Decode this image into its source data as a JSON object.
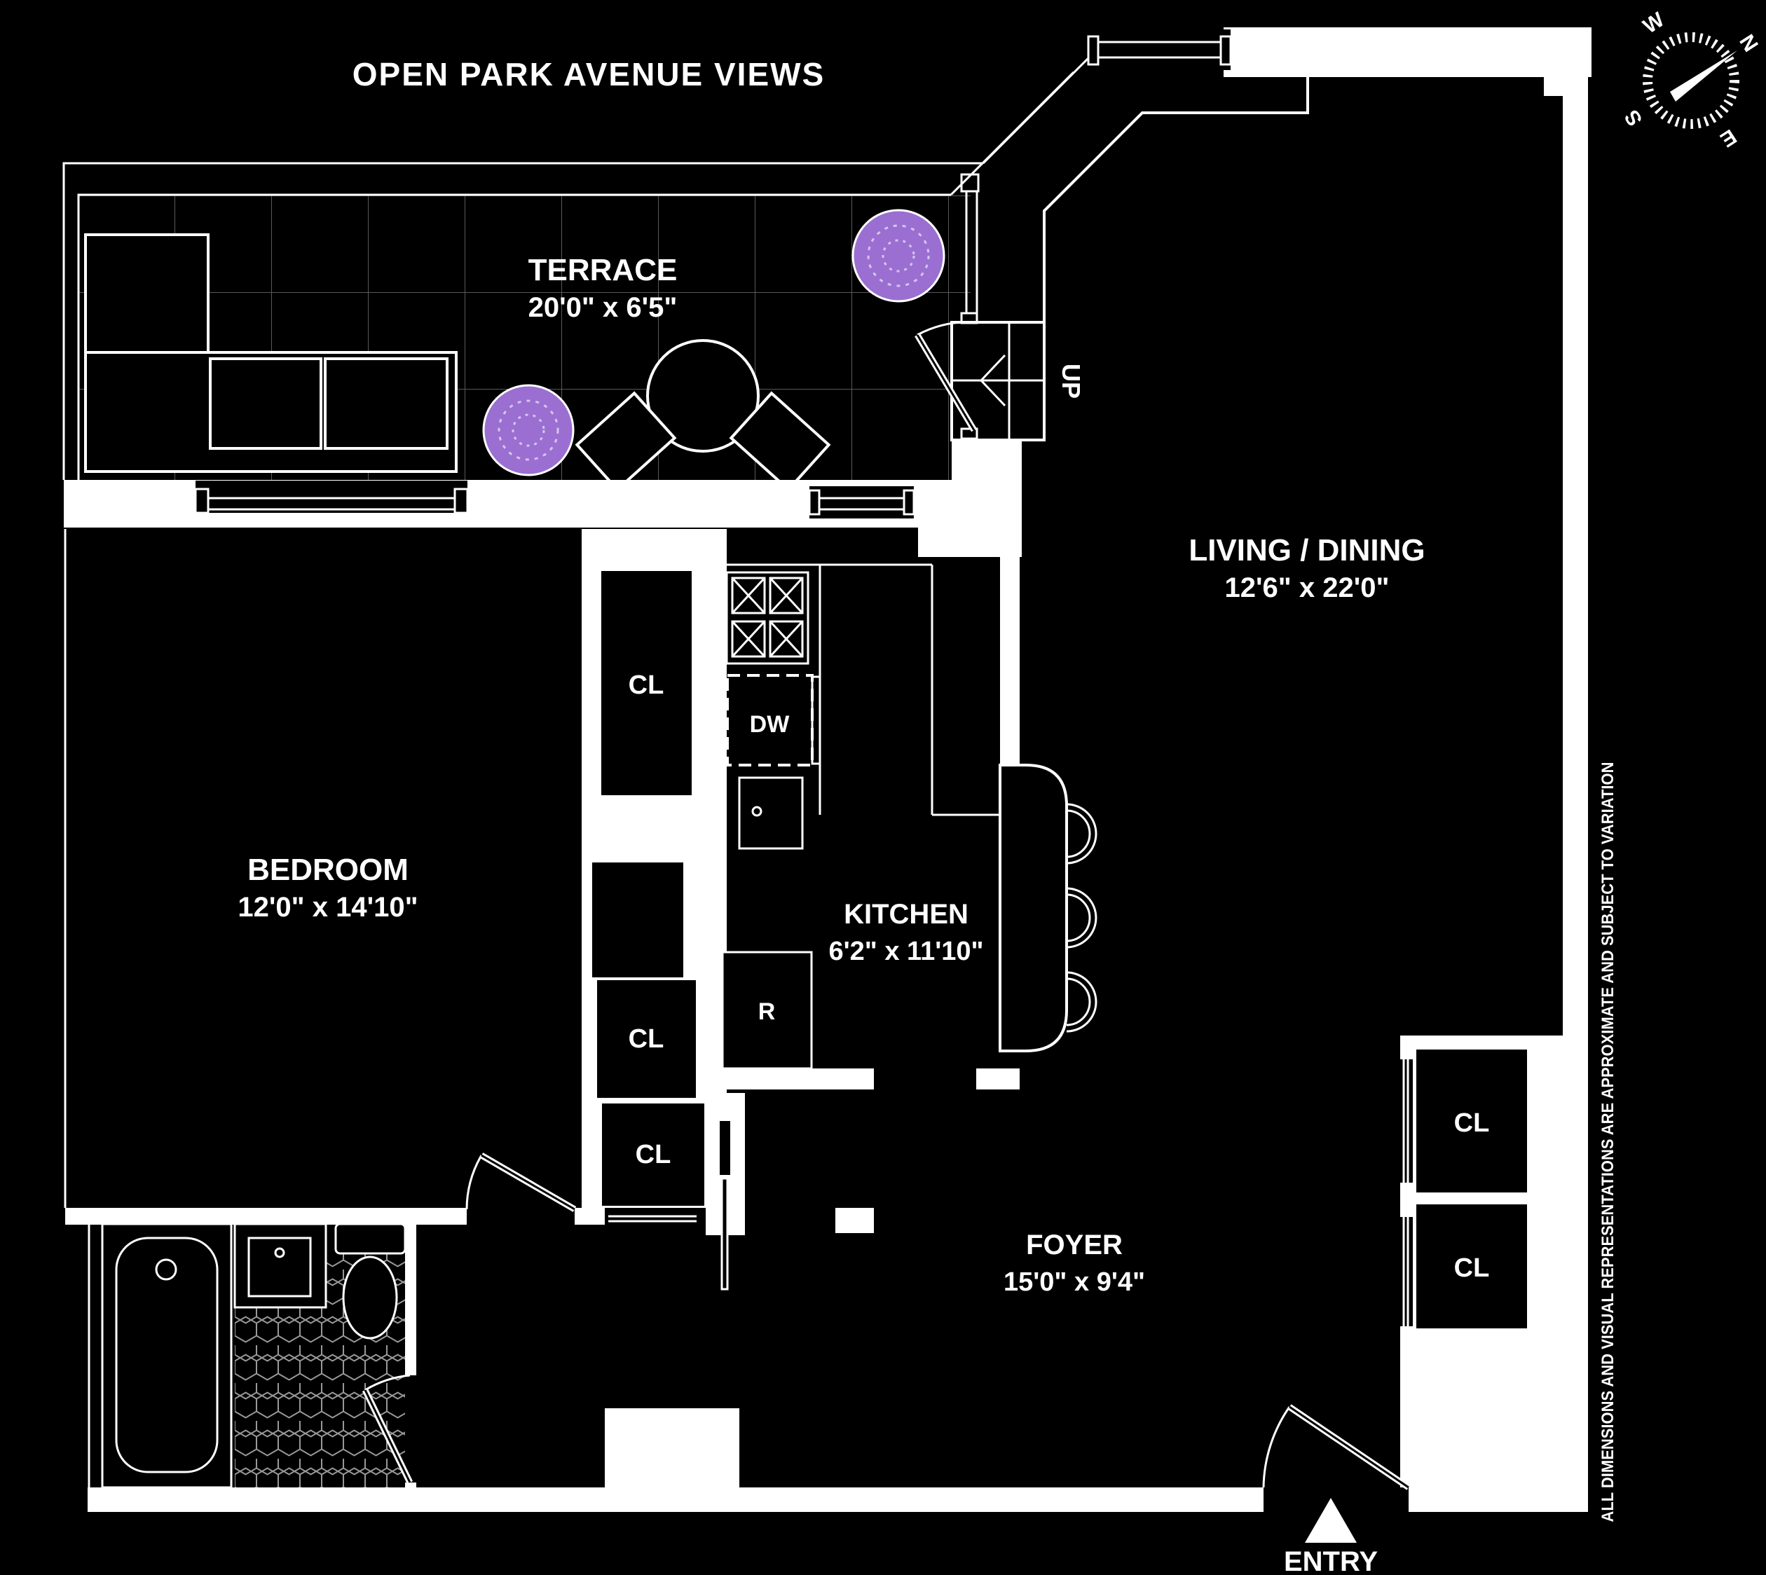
{
  "title": "OPEN PARK AVENUE VIEWS",
  "rooms": {
    "terrace": {
      "name": "TERRACE",
      "dims": "20'0\" x 6'5\""
    },
    "living": {
      "name": "LIVING / DINING",
      "dims": "12'6\" x 22'0\""
    },
    "bedroom": {
      "name": "BEDROOM",
      "dims": "12'0\" x 14'10\""
    },
    "kitchen": {
      "name": "KITCHEN",
      "dims": "6'2\" x 11'10\""
    },
    "foyer": {
      "name": "FOYER",
      "dims": "15'0\" x 9'4\""
    }
  },
  "labels": {
    "closet": "CL",
    "dishwasher": "DW",
    "refrigerator": "R",
    "stairs_up": "UP",
    "entry": "ENTRY"
  },
  "compass": {
    "north": "N",
    "south": "S",
    "east": "E",
    "west": "W"
  },
  "disclaimer": "ALL DIMENSIONS AND VISUAL REPRESENTATIONS ARE APPROXIMATE AND SUBJECT TO VARIATION",
  "colors": {
    "background": "#000000",
    "lines": "#ffffff",
    "plant": "#9a6fd1",
    "tile_grid": "rgba(255,255,255,0.35)"
  }
}
